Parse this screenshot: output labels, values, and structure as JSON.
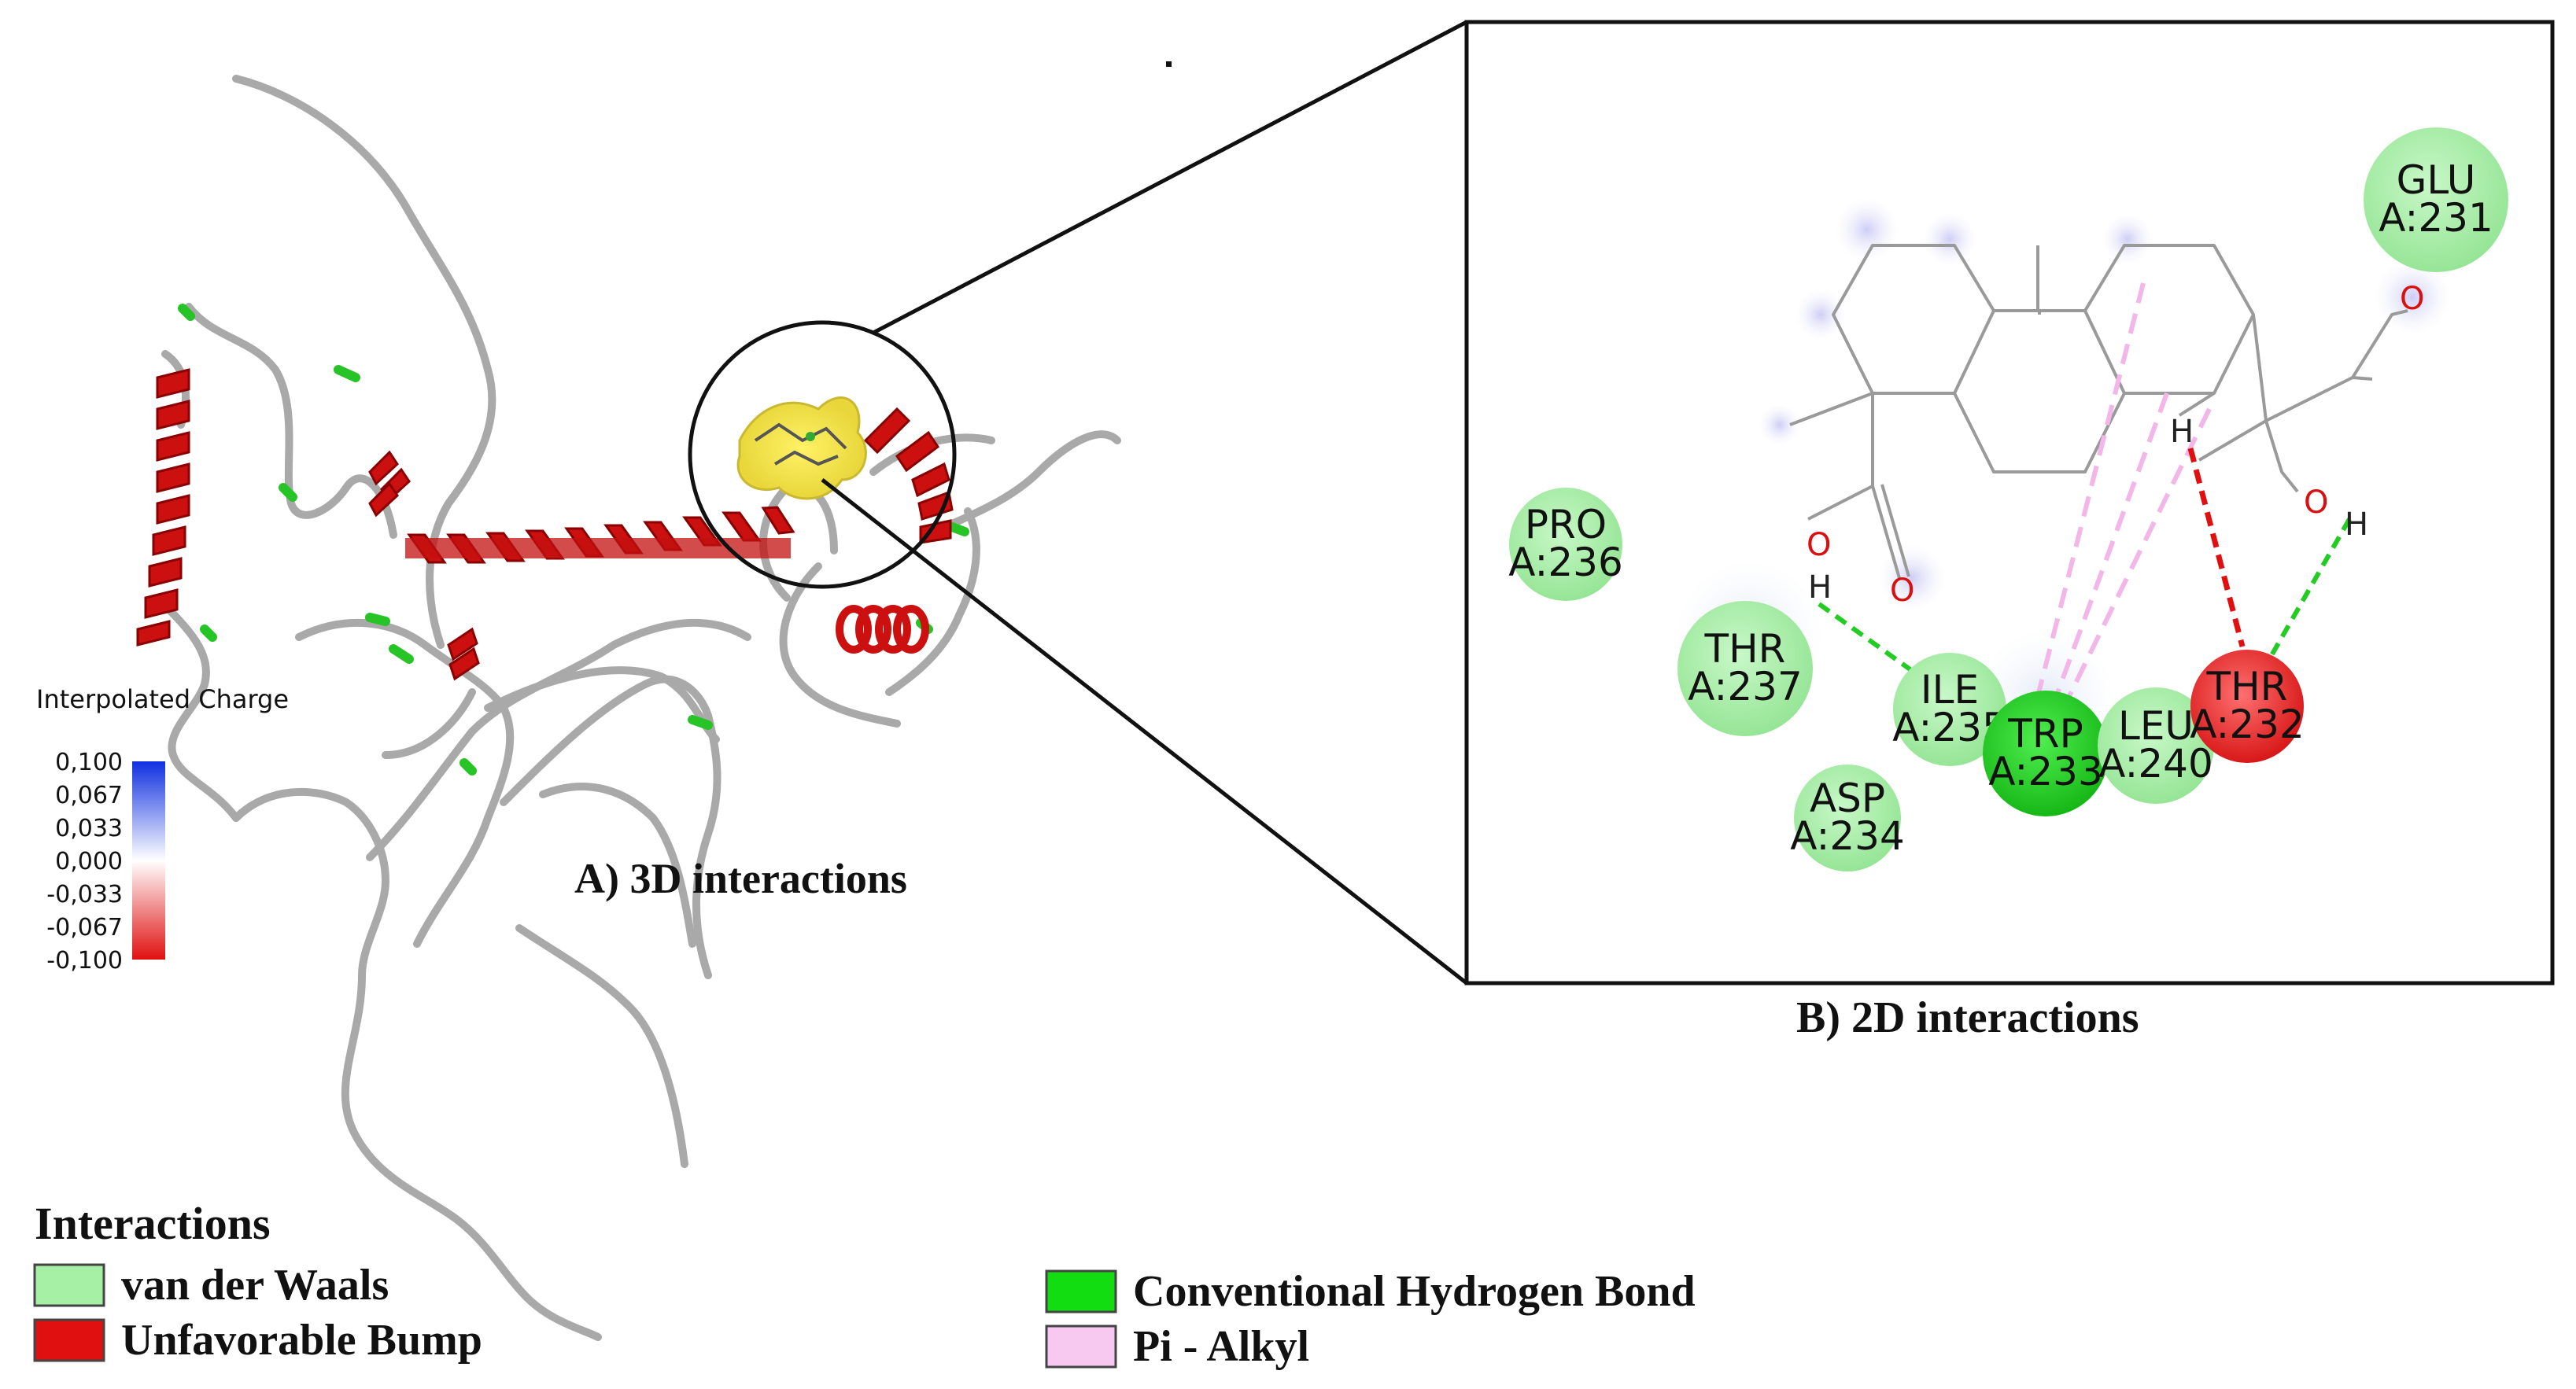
{
  "panel_a": {
    "label": "A) 3D interactions",
    "charge_scale": {
      "title": "Interpolated Charge",
      "ticks": [
        "0,100",
        "0,067",
        "0,033",
        "0,000",
        "-0,033",
        "-0,067",
        "-0,100"
      ]
    }
  },
  "panel_b": {
    "label": "B) 2D interactions",
    "residues": [
      {
        "name": "GLU",
        "id": "A:231",
        "type": "vdw"
      },
      {
        "name": "PRO",
        "id": "A:236",
        "type": "vdw"
      },
      {
        "name": "THR",
        "id": "A:237",
        "type": "vdw"
      },
      {
        "name": "ILE",
        "id": "A:235",
        "type": "vdw"
      },
      {
        "name": "ASP",
        "id": "A:234",
        "type": "vdw"
      },
      {
        "name": "TRP",
        "id": "A:233",
        "type": "hbond"
      },
      {
        "name": "LEU",
        "id": "A:240",
        "type": "vdw"
      },
      {
        "name": "THR",
        "id": "A:232",
        "type": "bump"
      }
    ],
    "atoms": {
      "o": "O",
      "h": "H"
    }
  },
  "legend": {
    "title": "Interactions",
    "items": [
      {
        "label": "van der Waals",
        "color": "#a6f0a6"
      },
      {
        "label": "Unfavorable Bump",
        "color": "#e01010"
      },
      {
        "label": "Conventional Hydrogen Bond",
        "color": "#11dd11"
      },
      {
        "label": "Pi - Alkyl",
        "color": "#f7c8f0"
      }
    ]
  }
}
